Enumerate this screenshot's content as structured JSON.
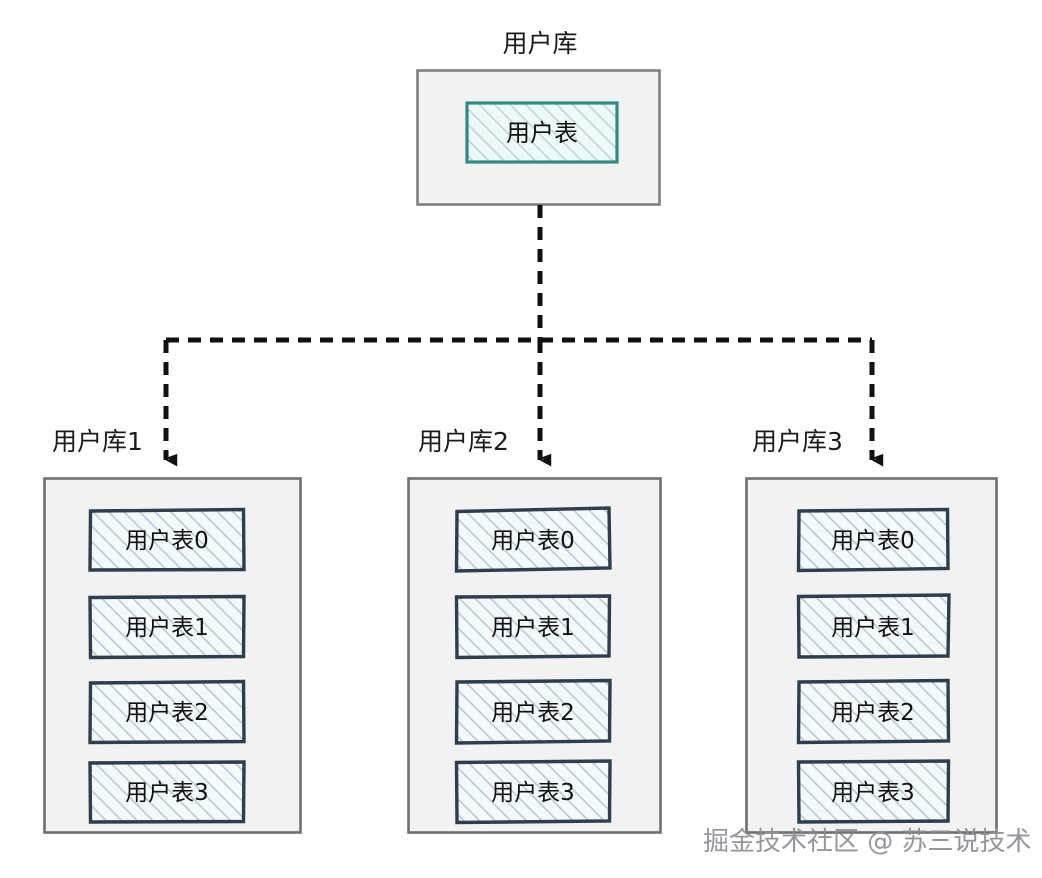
{
  "diagram": {
    "type": "sharding-architecture",
    "background_color": "#ffffff",
    "root": {
      "title": "用户库",
      "container_fill": "#f2f2f2",
      "container_stroke": "#808080",
      "table": {
        "label": "用户表",
        "stroke": "#2e8b84",
        "fill": "#eef8f7",
        "hatch": "diagonal"
      }
    },
    "connector": {
      "style": "dashed",
      "color": "#111111",
      "arrowhead": "solid-triangle",
      "branch_count": 3
    },
    "shards": [
      {
        "title": "用户库1",
        "container_fill": "#f2f2f2",
        "container_stroke": "#6f6f6f",
        "tables": [
          {
            "label": "用户表0"
          },
          {
            "label": "用户表1"
          },
          {
            "label": "用户表2"
          },
          {
            "label": "用户表3"
          }
        ]
      },
      {
        "title": "用户库2",
        "container_fill": "#f2f2f2",
        "container_stroke": "#6f6f6f",
        "tables": [
          {
            "label": "用户表0"
          },
          {
            "label": "用户表1"
          },
          {
            "label": "用户表2"
          },
          {
            "label": "用户表3"
          }
        ]
      },
      {
        "title": "用户库3",
        "container_fill": "#f2f2f2",
        "container_stroke": "#6f6f6f",
        "tables": [
          {
            "label": "用户表0"
          },
          {
            "label": "用户表1"
          },
          {
            "label": "用户表2"
          },
          {
            "label": "用户表3"
          }
        ]
      }
    ],
    "shard_table_stroke": "#2c3e50",
    "shard_table_fill": "#f4f9fc",
    "watermark": "掘金技术社区 @ 苏三说技术"
  }
}
